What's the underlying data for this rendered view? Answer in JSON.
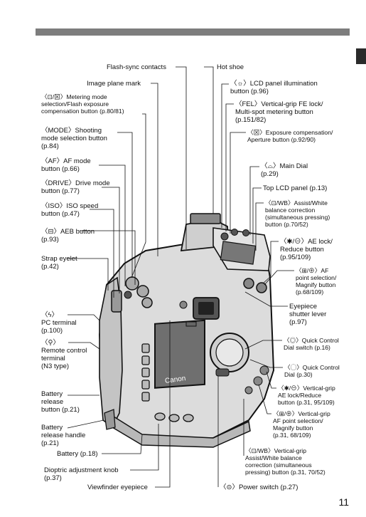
{
  "page_number": "11",
  "left_labels": {
    "flash_sync": "Flash-sync contacts",
    "image_plane": "Image plane mark",
    "metering": "〈⊡/⊠〉Metering mode\nselection/Flash exposure\ncompensation button (p.80/81)",
    "mode": "〈MODE〉Shooting\nmode selection button\n(p.84)",
    "af": "〈AF〉AF mode\nbutton (p.66)",
    "drive": "〈DRIVE〉Drive mode\nbutton (p.77)",
    "iso": "〈ISO〉ISO speed\nbutton (p.47)",
    "aeb": "〈⊟〉AEB button\n(p.93)",
    "strap": "Strap eyelet\n(p.42)",
    "pc": "〈ϟ〉\nPC terminal\n(p.100)",
    "remote": "〈⚲〉\nRemote control\nterminal\n(N3 type)",
    "battery_release": "Battery\nrelease\nbutton (p.21)",
    "battery_handle": "Battery\nrelease handle\n(p.21)",
    "battery": "Battery (p.18)",
    "dioptric": "Dioptric adjustment knob\n(p.37)",
    "viewfinder": "Viewfinder eyepiece"
  },
  "right_labels": {
    "hot_shoe": "Hot shoe",
    "lcd_illum": "〈☼〉LCD panel illumination\nbutton (p.96)",
    "fel": "〈FEL〉Vertical-grip FE lock/\nMulti-spot metering button\n(p.151/82)",
    "exp_comp": "〈⊠〉Exposure compensation/\nAperture button (p.92/90)",
    "main_dial": "〈⌓〉Main Dial\n(p.29)",
    "top_lcd": "Top LCD panel (p.13)",
    "assist_wb": "〈⊡/WB〉Assist/White\nbalance correction\n(simultaneous pressing)\nbutton (p.70/52)",
    "ae_lock": "〈✱/⊖〉AE lock/\nReduce button\n(p.95/109)",
    "af_point": "〈⊞/⊕〉AF\npoint selection/\nMagnify button\n(p.68/109)",
    "eyepiece_shutter": "Eyepiece\nshutter lever\n(p.97)",
    "qc_switch": "〈◎〉Quick Control\nDial switch (p.16)",
    "qc_dial": "〈◯〉Quick Control\nDial (p.30)",
    "vg_ae_lock": "〈✱/⊖〉Vertical-grip\nAE lock/Reduce\nbutton (p.31, 95/109)",
    "vg_af_point": "〈⊞/⊕〉Vertical-grip\nAF point selection/\nMagnify button\n(p.31, 68/109)",
    "vg_assist": "〈⊡/WB〉Vertical-grip\nAssist/White balance\ncorrection (simultaneous\npressing) button (p.31, 70/52)",
    "power": "〈⊝〉Power switch (p.27)"
  },
  "camera": {
    "brand": "Canon"
  }
}
